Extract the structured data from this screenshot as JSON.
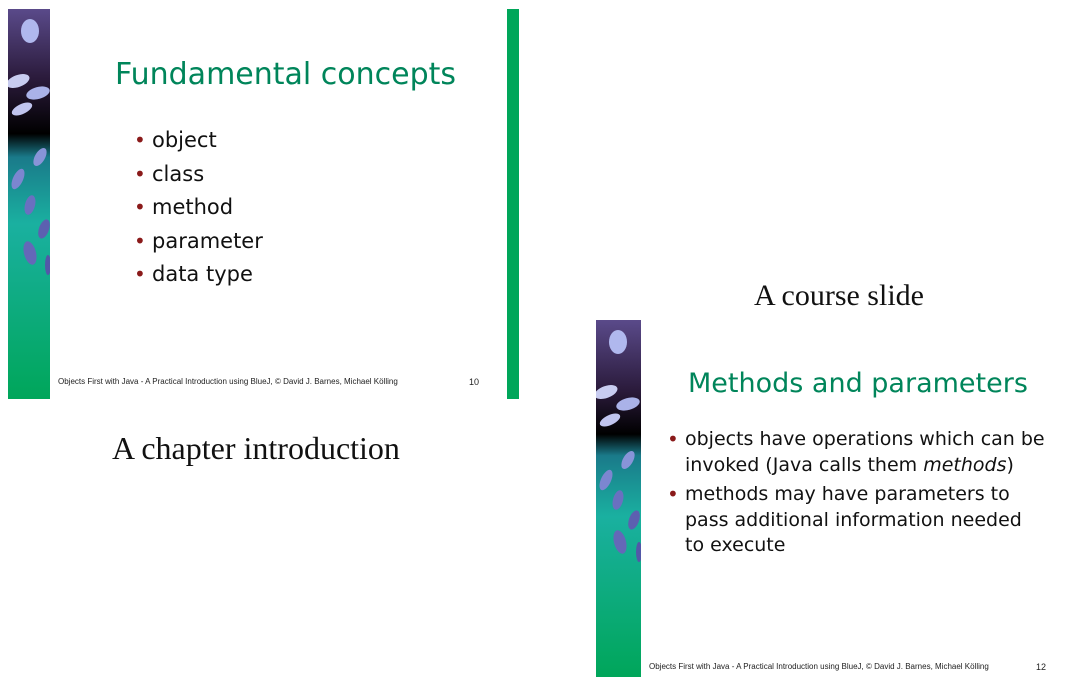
{
  "slide1": {
    "title": "Fundamental concepts",
    "bullets": [
      "object",
      "class",
      "method",
      "parameter",
      "data type"
    ],
    "footer": "Objects First with Java - A Practical Introduction using BlueJ, © David J. Barnes, Michael Kölling",
    "page_number": "10"
  },
  "slide2": {
    "title": "Methods and parameters",
    "bullet1_line1": "objects have operations which can be",
    "bullet1_line2_pre": "invoked (Java calls them ",
    "bullet1_line2_em": "methods",
    "bullet1_line2_post": ")",
    "bullet2_line1": "methods may have parameters to",
    "bullet2_line2": "pass additional information needed",
    "bullet2_line3": "to execute",
    "footer": "Objects First with Java - A Practical Introduction using BlueJ, © David J. Barnes, Michael Kölling",
    "page_number": "12"
  },
  "captions": {
    "chapter": "A chapter introduction",
    "course": "A course slide"
  },
  "colors": {
    "title_green": "#00855a",
    "accent_bar": "#00a65a",
    "bullet_red": "#8a1a1a"
  }
}
